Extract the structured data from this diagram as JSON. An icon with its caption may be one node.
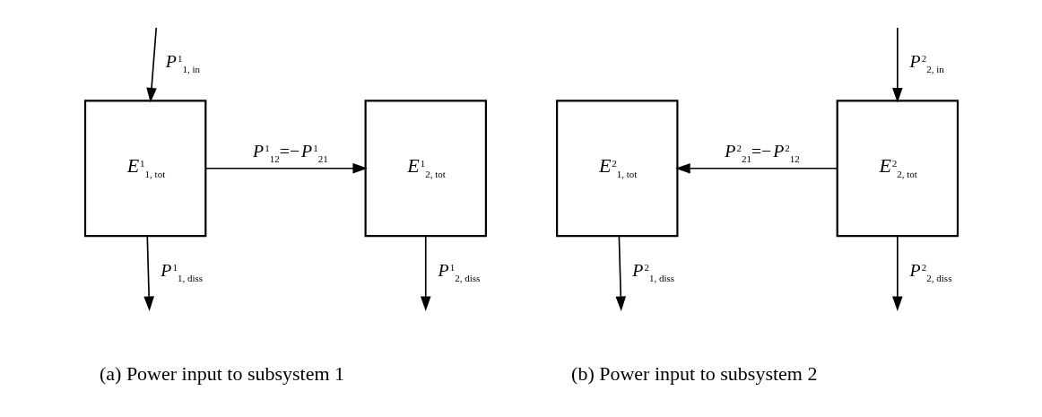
{
  "diagram": {
    "nodes": [
      {
        "text": [
          "*E*$^{1}$$_{1, tot}$"
        ]
      },
      {
        "text": [
          "*E*$^{1}$$_{2, tot}$"
        ]
      },
      {
        "text": [
          "*E*$^{2}$$_{1, tot}$"
        ]
      },
      {
        "text": [
          "*E*$^{2}$$_{2, tot}$"
        ]
      }
    ],
    "edges": [
      {
        "from": null,
        "to": 0,
        "arrow": "to",
        "label": "*P*$^{1}$$_{1, in}$"
      },
      {
        "from": 0,
        "to": 1,
        "arrow": "to",
        "label": "*P*$^{1}$$_{12}$=−*P*$^{1}$$_{21}$"
      },
      {
        "from": 0,
        "to": null,
        "arrow": "to",
        "label": "*P*$^{1}$$_{1, diss}$"
      },
      {
        "from": 1,
        "to": null,
        "arrow": "to",
        "label": "*P*$^{1}$$_{2, diss}$"
      },
      {
        "from": null,
        "to": 3,
        "arrow": "to",
        "label": "*P*$^{2}$$_{2, in}$"
      },
      {
        "from": 3,
        "to": 2,
        "arrow": "to",
        "label": "*P*$^{2}$$_{21}$=−*P*$^{2}$$_{12}$"
      },
      {
        "from": 2,
        "to": null,
        "arrow": "to",
        "label": "*P*$^{2}$$_{1, diss}$"
      },
      {
        "from": 3,
        "to": null,
        "arrow": "to",
        "label": "*P*$^{2}$$_{2, diss}$"
      }
    ],
    "labels": [
      "(a) Power input to subsystem 1",
      "(b) Power input to subsystem 2"
    ]
  }
}
